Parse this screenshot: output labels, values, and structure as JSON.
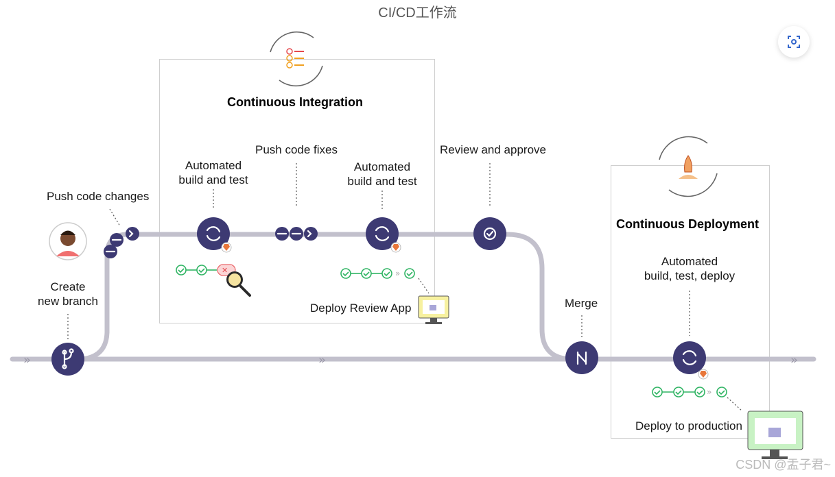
{
  "title": "CI/CD工作流",
  "sections": {
    "ci_title": "Continuous Integration",
    "cd_title": "Continuous Deployment"
  },
  "steps": {
    "create_branch": "Create\nnew branch",
    "push_changes": "Push code changes",
    "build_test_1": "Automated\nbuild and test",
    "push_fixes": "Push code fixes",
    "build_test_2": "Automated\nbuild and test",
    "deploy_review": "Deploy Review App",
    "review_approve": "Review and approve",
    "merge": "Merge",
    "build_deploy": "Automated\nbuild, test, deploy",
    "deploy_prod": "Deploy to production"
  },
  "watermark": "CSDN @盂子君~",
  "colors": {
    "node": "#3d3a73",
    "track": "#c2c0cc",
    "success": "#2fb463",
    "fail": "#e5484d",
    "monitor_review": "#f7f1a0",
    "monitor_prod": "#c8f2c4"
  },
  "icons": [
    "branch-icon",
    "commit-icon",
    "terminal-icon",
    "sync-icon",
    "check-circle-icon",
    "merge-icon",
    "bug-search-icon",
    "rocket-icon",
    "checklist-icon",
    "monitor-icon",
    "scan-icon",
    "avatar-icon"
  ]
}
